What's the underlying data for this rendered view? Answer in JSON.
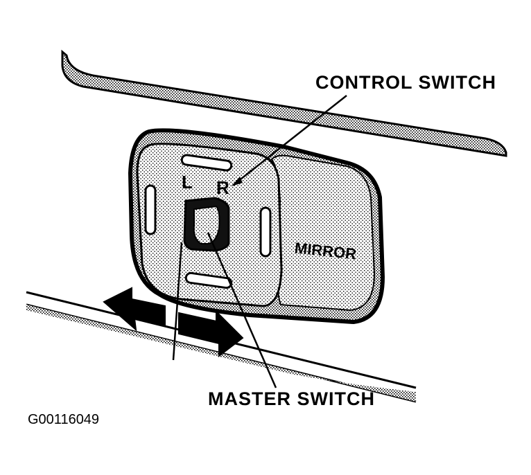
{
  "figure_id": "G00116049",
  "callouts": {
    "control_switch": "CONTROL SWITCH",
    "master_switch": "MASTER SWITCH"
  },
  "switch_markings": {
    "left": "L",
    "right": "R",
    "panel": "MIRROR"
  },
  "icons": {
    "slide_direction": "double-headed-arrow-icon"
  },
  "colors": {
    "ink": "#000000",
    "paper": "#ffffff"
  }
}
